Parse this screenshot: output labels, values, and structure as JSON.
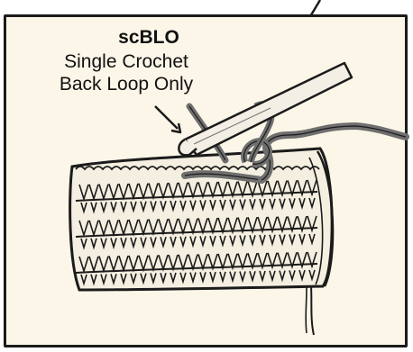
{
  "label": {
    "title": "scBLO",
    "line1": "Single Crochet",
    "line2": "Back Loop Only"
  },
  "colors": {
    "background": "#fbf6e8",
    "outline": "#1b1b1b",
    "yarn": "#6f6f6f",
    "fabric": "#f4efe0"
  },
  "icons": [
    "crochet-hook-icon",
    "arrow-icon",
    "yarn-icon"
  ]
}
